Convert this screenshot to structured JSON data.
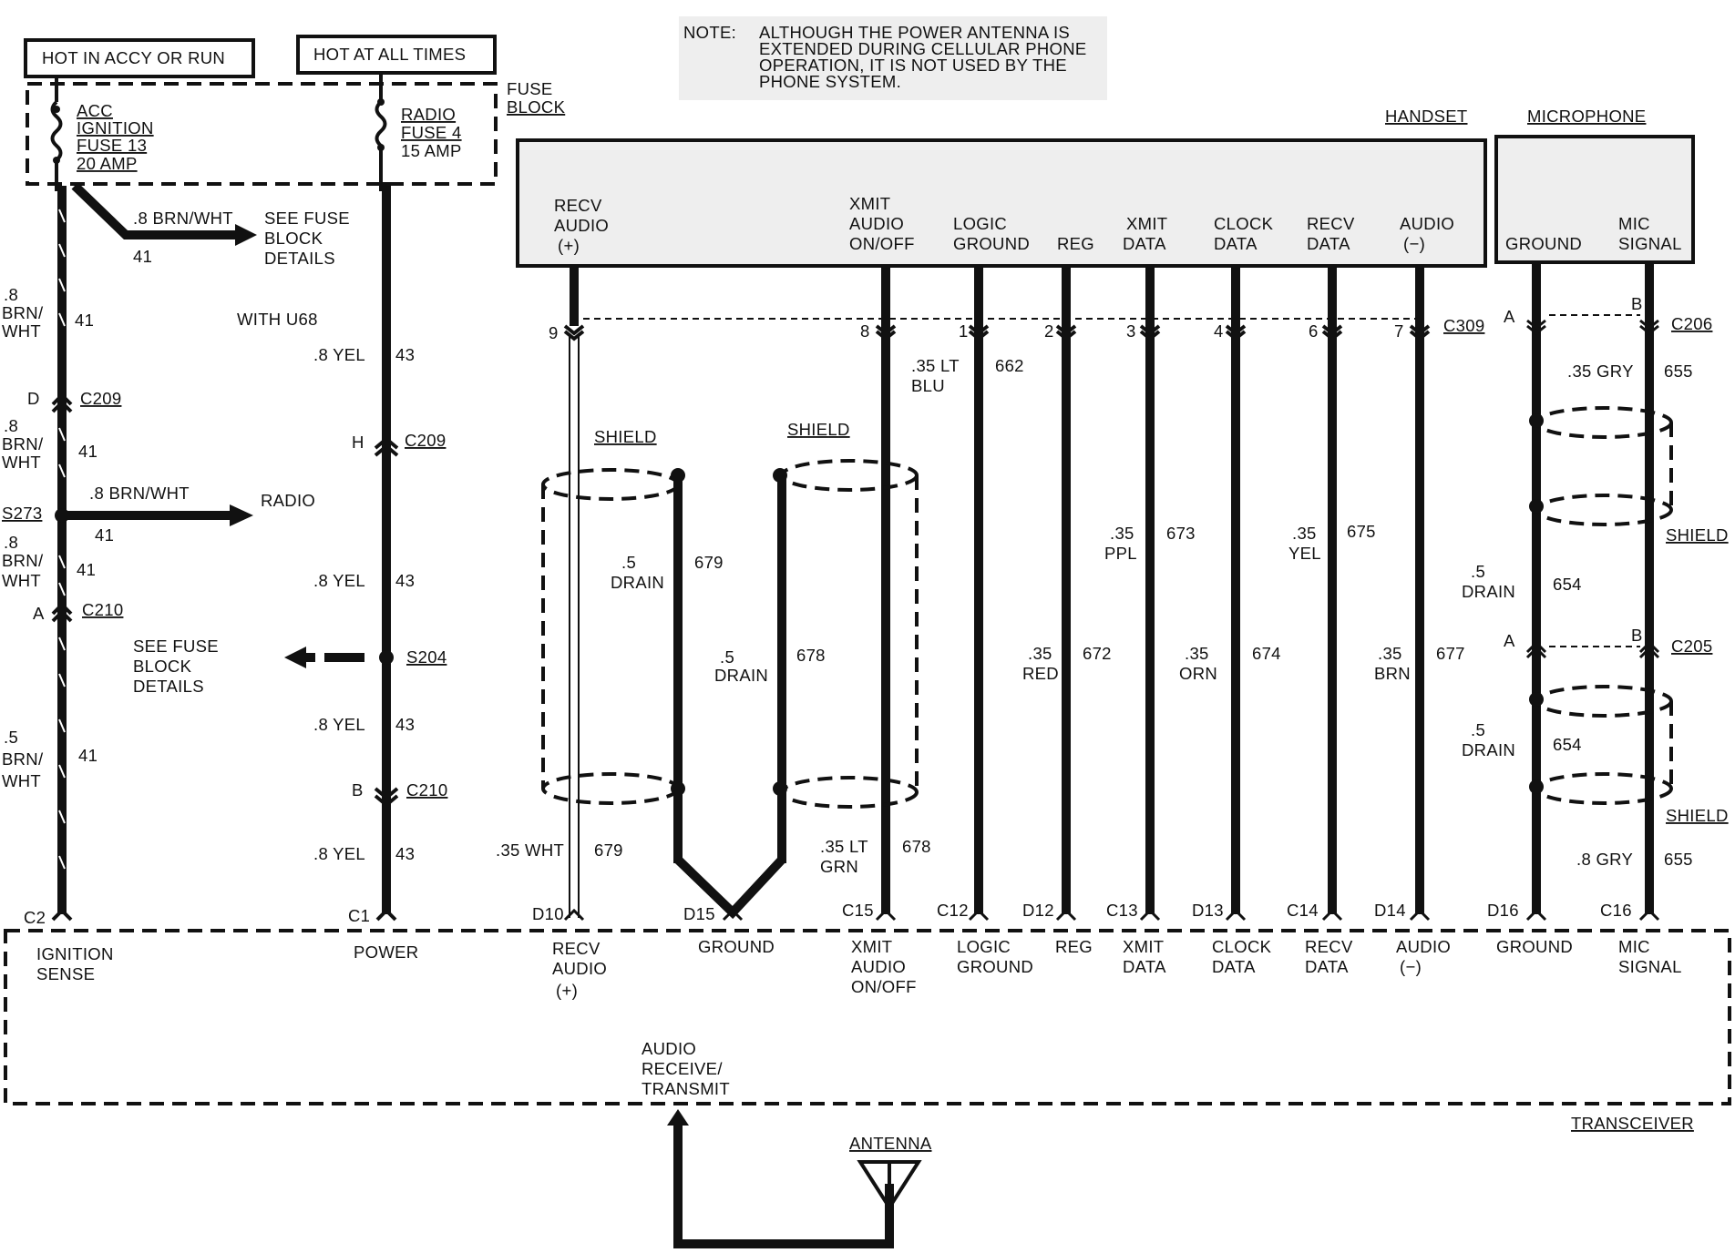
{
  "top_boxes": {
    "hot_accy_run": "HOT IN ACCY OR RUN",
    "hot_all_times": "HOT AT ALL TIMES"
  },
  "note": {
    "label": "NOTE:",
    "lines": [
      "ALTHOUGH THE POWER ANTENNA IS",
      "EXTENDED DURING CELLULAR PHONE",
      "OPERATION, IT IS NOT USED BY THE",
      "PHONE SYSTEM."
    ]
  },
  "fuse_block": {
    "label": [
      "FUSE",
      "BLOCK"
    ],
    "fuse1": [
      "ACC",
      "IGNITION",
      "FUSE 13",
      "20 AMP"
    ],
    "fuse2": [
      "RADIO",
      "FUSE 4",
      "15 AMP"
    ]
  },
  "left_circuit": {
    "branch_wire": ".8 BRN/WHT",
    "branch_ckt": "41",
    "see_fuse": [
      "SEE FUSE",
      "BLOCK",
      "DETAILS"
    ],
    "with_u68": "WITH U68",
    "wire1": [
      ".8",
      "BRN/",
      "WHT"
    ],
    "ckt1": "41",
    "c209_pin": "D",
    "c209": "C209",
    "wire2": [
      ".8",
      "BRN/",
      "WHT"
    ],
    "ckt2": "41",
    "s273": "S273",
    "radio_wire": ".8 BRN/WHT",
    "radio_ckt": "41",
    "radio": "RADIO",
    "wire3": [
      ".8",
      "BRN/",
      "WHT"
    ],
    "ckt3": "41",
    "c210_pin": "A",
    "c210": "C210",
    "wire4": [
      ".5",
      "BRN/",
      "WHT"
    ],
    "ckt4": "41",
    "c2": "C2",
    "ignition_sense": [
      "IGNITION",
      "SENSE"
    ]
  },
  "power_circuit": {
    "wire1": ".8 YEL",
    "ckt1": "43",
    "c209_pin": "H",
    "c209": "C209",
    "wire2": ".8 YEL",
    "ckt2": "43",
    "see_fuse": [
      "SEE FUSE",
      "BLOCK",
      "DETAILS"
    ],
    "s204": "S204",
    "wire3": ".8 YEL",
    "ckt3": "43",
    "c210_pin": "B",
    "c210": "C210",
    "wire4": ".8 YEL",
    "ckt4": "43",
    "c1": "C1",
    "power": "POWER"
  },
  "handset": {
    "title": "HANDSET",
    "pins": [
      [
        "RECV",
        "AUDIO",
        "(+)"
      ],
      [
        "XMIT",
        "AUDIO",
        "ON/OFF"
      ],
      [
        "LOGIC",
        "GROUND"
      ],
      [
        "REG"
      ],
      [
        "XMIT",
        "DATA"
      ],
      [
        "CLOCK",
        "DATA"
      ],
      [
        "RECV",
        "DATA"
      ],
      [
        "AUDIO",
        "(−)"
      ]
    ],
    "connector": "C309",
    "pin_numbers": [
      "9",
      "8",
      "1",
      "2",
      "3",
      "4",
      "6",
      "7"
    ]
  },
  "microphone": {
    "title": "MICROPHONE",
    "pins": [
      [
        "GROUND"
      ],
      [
        "MIC",
        "SIGNAL"
      ]
    ],
    "connector_top": "C206",
    "pin_a": "A",
    "pin_b": "B",
    "connector_mid": "C205",
    "gry_top": ".35 GRY",
    "ckt_655": "655",
    "drain1": [
      ".5",
      "DRAIN"
    ],
    "ckt_654": "654",
    "drain2": [
      ".5",
      "DRAIN"
    ],
    "shield": "SHIELD",
    "gry_bot": ".8 GRY",
    "ckt_655b": "655"
  },
  "wires": {
    "shield": "SHIELD",
    "drain_679": [
      ".5",
      "DRAIN"
    ],
    "ckt_679": "679",
    "drain_678": [
      ".5",
      "DRAIN"
    ],
    "ckt_678": "678",
    "ltblu": [
      ".35 LT",
      "BLU"
    ],
    "ckt_662": "662",
    "ppl": [
      ".35",
      "PPL"
    ],
    "ckt_673": "673",
    "yel": [
      ".35",
      "YEL"
    ],
    "ckt_675": "675",
    "red": [
      ".35",
      "RED"
    ],
    "ckt_672": "672",
    "orn": [
      ".35",
      "ORN"
    ],
    "ckt_674": "674",
    "brn": [
      ".35",
      "BRN"
    ],
    "ckt_677": "677",
    "wht": ".35 WHT",
    "ckt_679b": "679",
    "ltgrn": [
      ".35 LT",
      "GRN"
    ],
    "ckt_678b": "678"
  },
  "transceiver": {
    "title": "TRANSCEIVER",
    "conn_ids": [
      "D10",
      "D15",
      "C15",
      "C12",
      "D12",
      "C13",
      "D13",
      "C14",
      "D14",
      "D16",
      "C16"
    ],
    "labels": [
      [
        "RECV",
        "AUDIO",
        "(+)"
      ],
      [
        "GROUND"
      ],
      [
        "XMIT",
        "AUDIO",
        "ON/OFF"
      ],
      [
        "LOGIC",
        "GROUND"
      ],
      [
        "REG"
      ],
      [
        "XMIT",
        "DATA"
      ],
      [
        "CLOCK",
        "DATA"
      ],
      [
        "RECV",
        "DATA"
      ],
      [
        "AUDIO",
        "(−)"
      ],
      [
        "GROUND"
      ],
      [
        "MIC",
        "SIGNAL"
      ]
    ],
    "audio": [
      "AUDIO",
      "RECEIVE/",
      "TRANSMIT"
    ]
  },
  "antenna": "ANTENNA"
}
